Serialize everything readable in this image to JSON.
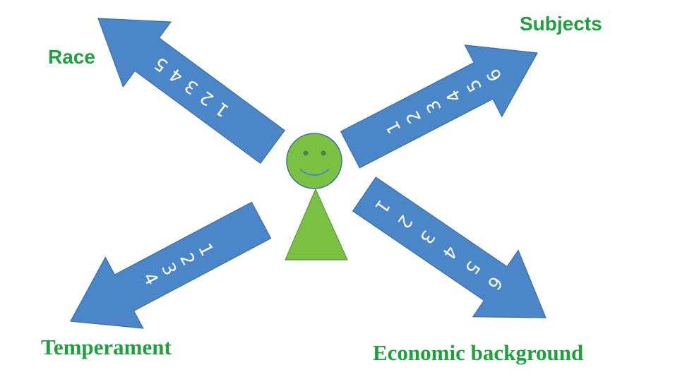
{
  "colors": {
    "arrow_fill": "#4a86c8",
    "arrow_stroke": "#3c6fa8",
    "figure_fill": "#7ac142",
    "figure_stroke": "#5a9a3a",
    "label_green": "#1fa03c",
    "numbers": "#ffffff"
  },
  "figure": {
    "head_icon": "smiley-face-icon",
    "body_icon": "triangle-body-icon"
  },
  "arrows": [
    {
      "id": "race",
      "label": "Race",
      "numbers": [
        "1",
        "2",
        "3",
        "4",
        "5"
      ]
    },
    {
      "id": "subjects",
      "label": "Subjects",
      "numbers": [
        "1",
        "2",
        "3",
        "4",
        "5",
        "6"
      ]
    },
    {
      "id": "temperament",
      "label": "Temperament",
      "numbers": [
        "1",
        "2",
        "3",
        "4"
      ]
    },
    {
      "id": "economic",
      "label": "Economic background",
      "numbers": [
        "1",
        "2",
        "3",
        "4",
        "5",
        "6"
      ]
    }
  ]
}
